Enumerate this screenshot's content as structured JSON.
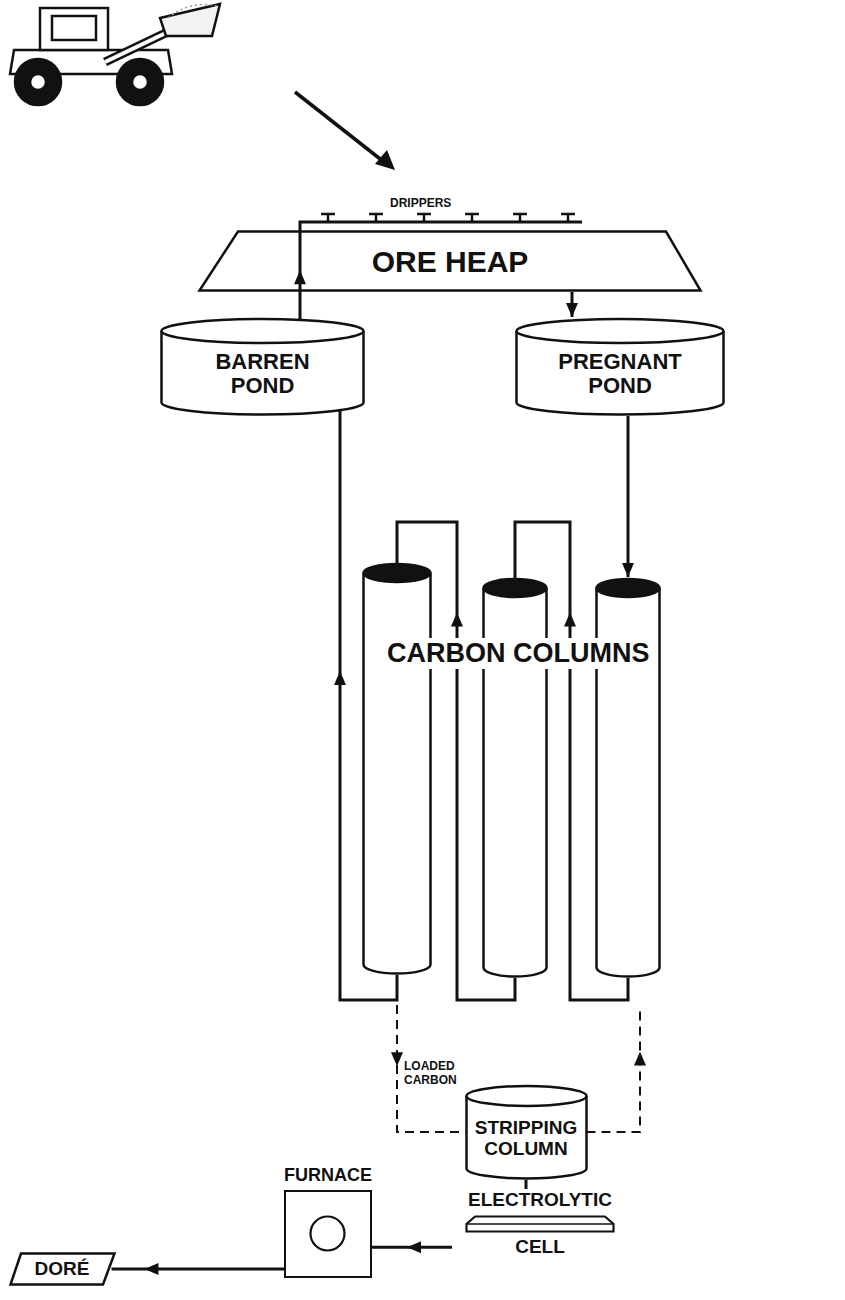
{
  "diagram": {
    "nodes": [
      {
        "text": [
          "ORE HEAP"
        ]
      },
      {
        "text": [
          "BARREN POND"
        ]
      },
      {
        "text": [
          "PREGNANT POND"
        ]
      },
      {
        "text": []
      },
      {
        "text": []
      },
      {
        "text": []
      },
      {
        "text": [
          "STRIPPING COLUMN"
        ]
      },
      {
        "text": [
          "ELECTROLYTIC",
          "CELL"
        ]
      },
      {
        "text": [
          "FURNACE"
        ]
      },
      {
        "text": [
          "DORÉ"
        ]
      }
    ],
    "edges": [
      {
        "from": 0,
        "to": 2,
        "arrow": "to"
      },
      {
        "from": 2,
        "to": 5,
        "arrow": "to"
      },
      {
        "from": 5,
        "to": 4,
        "arrow": "to"
      },
      {
        "from": 4,
        "to": 3,
        "arrow": "to"
      },
      {
        "from": 3,
        "to": 1,
        "arrow": "to"
      },
      {
        "from": 1,
        "to": 0,
        "arrow": "to"
      },
      {
        "from": 3,
        "to": 6,
        "arrow": "to",
        "label": "LOADED CARBON"
      },
      {
        "from": 6,
        "to": 5,
        "arrow": "to"
      },
      {
        "from": 6,
        "to": 7,
        "arrow": "none"
      },
      {
        "from": 7,
        "to": 8,
        "arrow": "to"
      },
      {
        "from": 8,
        "to": 9,
        "arrow": "to"
      }
    ],
    "labels": [
      "DRIPPERS",
      "CARBON COLUMNS"
    ]
  }
}
